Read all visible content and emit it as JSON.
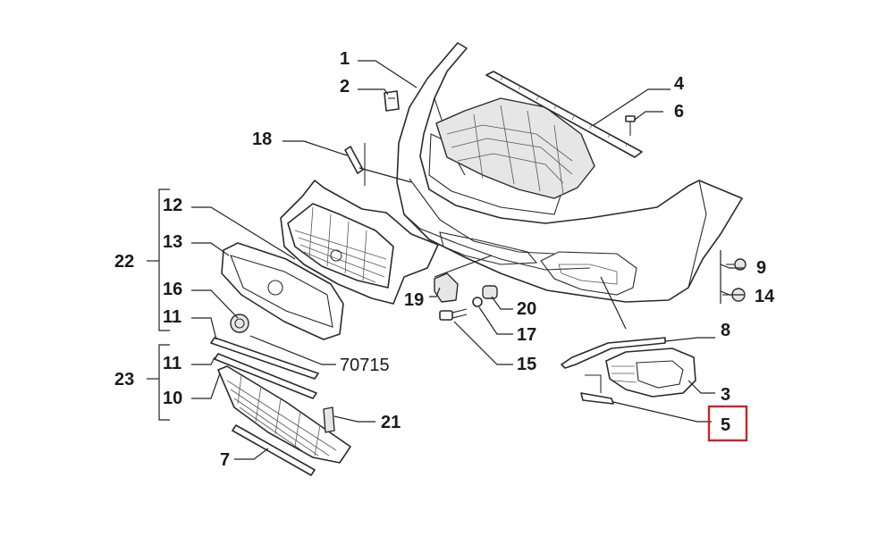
{
  "diagram": {
    "title": "Front bumper exploded parts diagram",
    "highlight_color": "#d0202a",
    "labels": {
      "p1": "1",
      "p2": "2",
      "p3": "3",
      "p4": "4",
      "p5": "5",
      "p6": "6",
      "p7": "7",
      "p8": "8",
      "p9": "9",
      "p10": "10",
      "p11a": "11",
      "p11b": "11",
      "p12": "12",
      "p13": "13",
      "p14": "14",
      "p15": "15",
      "p16": "16",
      "p17": "17",
      "p18": "18",
      "p19": "19",
      "p20": "20",
      "p21": "21",
      "p22": "22",
      "p23": "23",
      "code": "70715"
    },
    "highlighted_part": "5"
  }
}
